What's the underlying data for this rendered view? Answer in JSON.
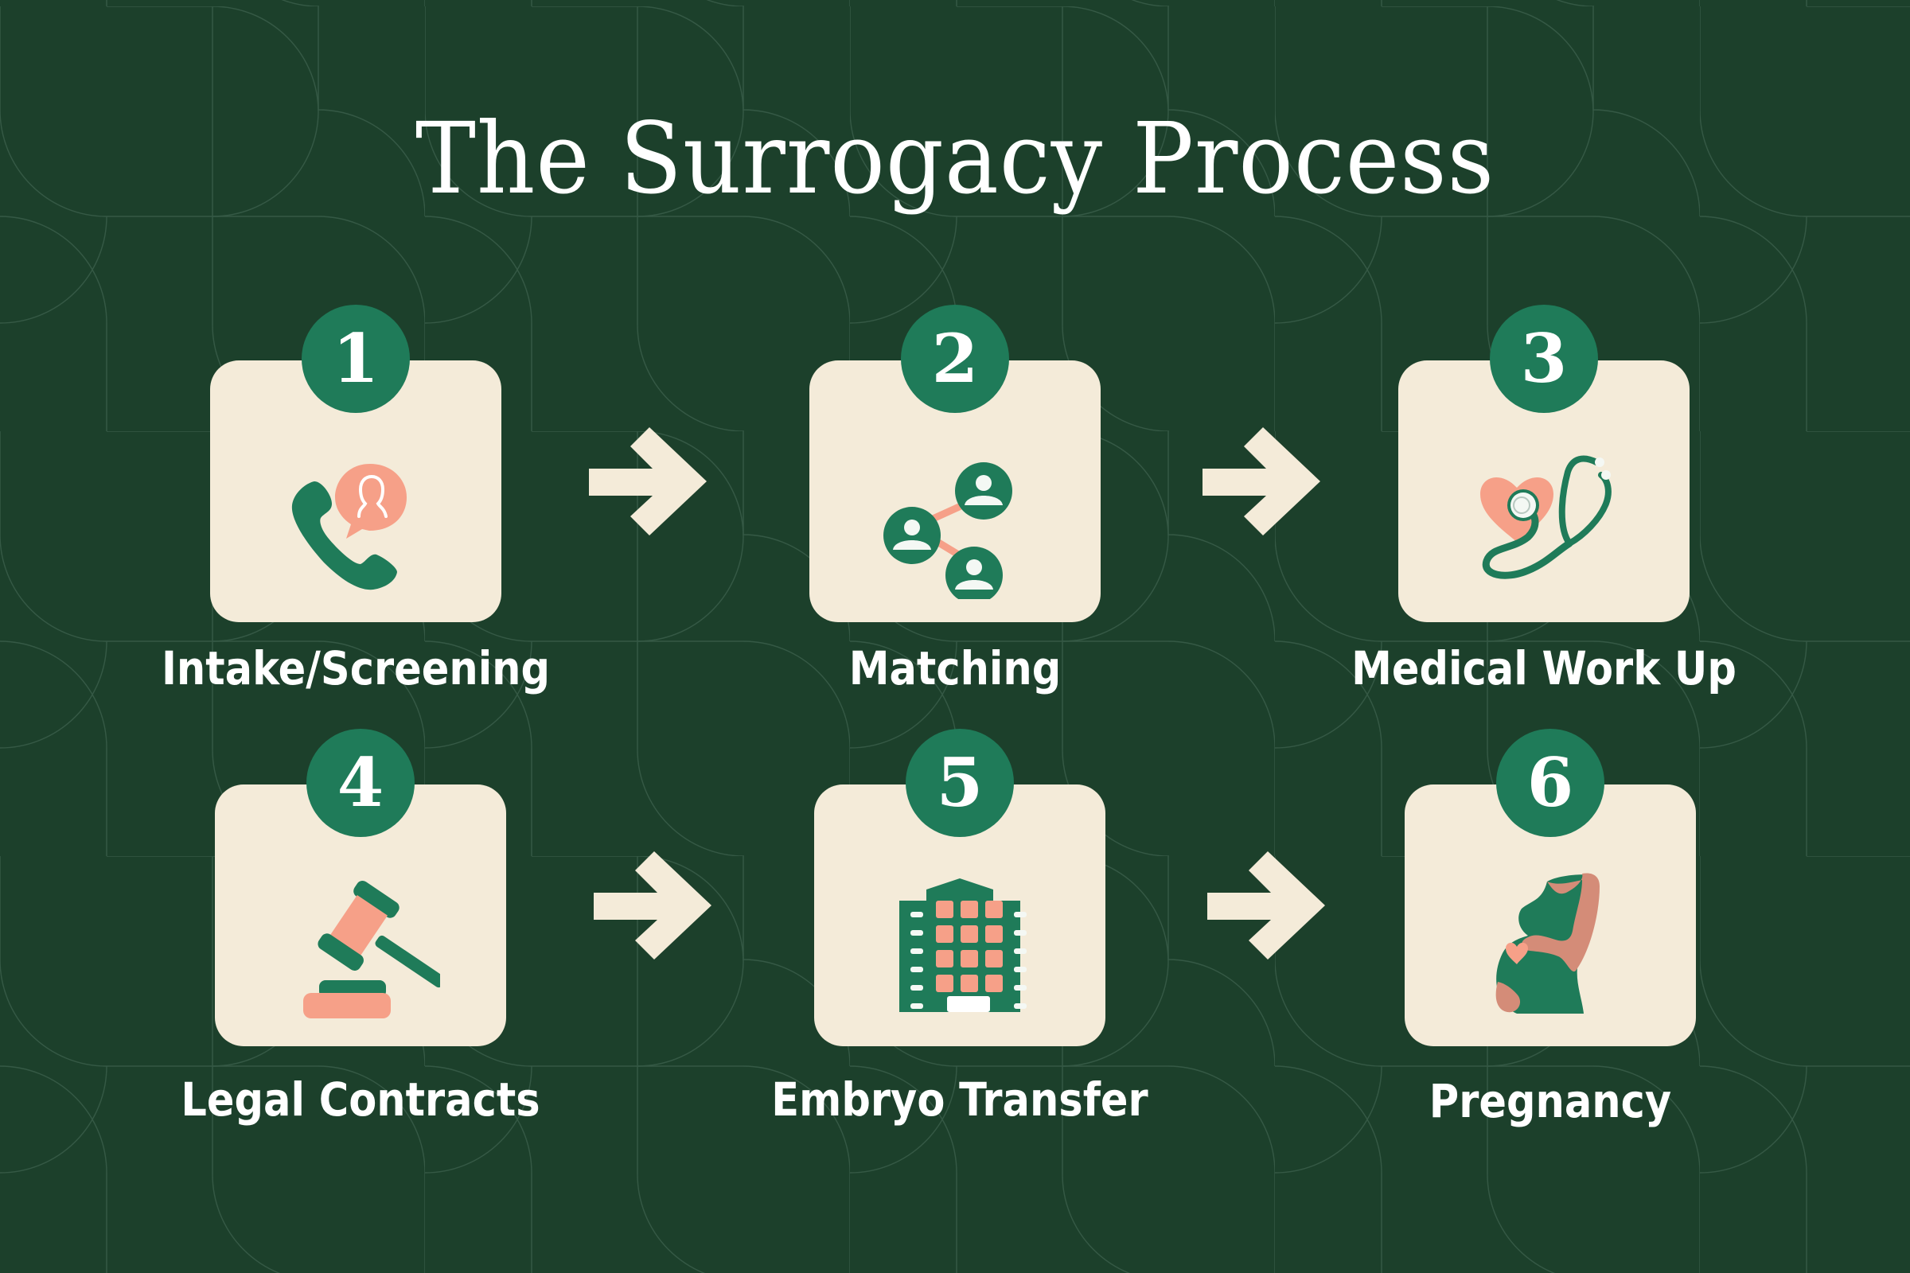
{
  "title": "The Surrogacy Process",
  "colors": {
    "background": "#1c402b",
    "card": "#f4ebd9",
    "badge": "#1f7b59",
    "accent_coral": "#f6a088",
    "skin": "#d48c78",
    "text": "#ffffff"
  },
  "steps": [
    {
      "number": "1",
      "label": "Intake/Screening",
      "icon": "phone-chat-icon"
    },
    {
      "number": "2",
      "label": "Matching",
      "icon": "people-network-icon"
    },
    {
      "number": "3",
      "label": "Medical Work Up",
      "icon": "stethoscope-heart-icon"
    },
    {
      "number": "4",
      "label": "Legal Contracts",
      "icon": "gavel-icon"
    },
    {
      "number": "5",
      "label": "Embryo Transfer",
      "icon": "hospital-building-icon"
    },
    {
      "number": "6",
      "label": "Pregnancy",
      "icon": "pregnant-woman-icon"
    }
  ],
  "arrows": [
    {
      "from": "1",
      "to": "2",
      "icon": "arrow-right-icon"
    },
    {
      "from": "2",
      "to": "3",
      "icon": "arrow-right-icon"
    },
    {
      "from": "4",
      "to": "5",
      "icon": "arrow-right-icon"
    },
    {
      "from": "5",
      "to": "6",
      "icon": "arrow-right-icon"
    }
  ]
}
